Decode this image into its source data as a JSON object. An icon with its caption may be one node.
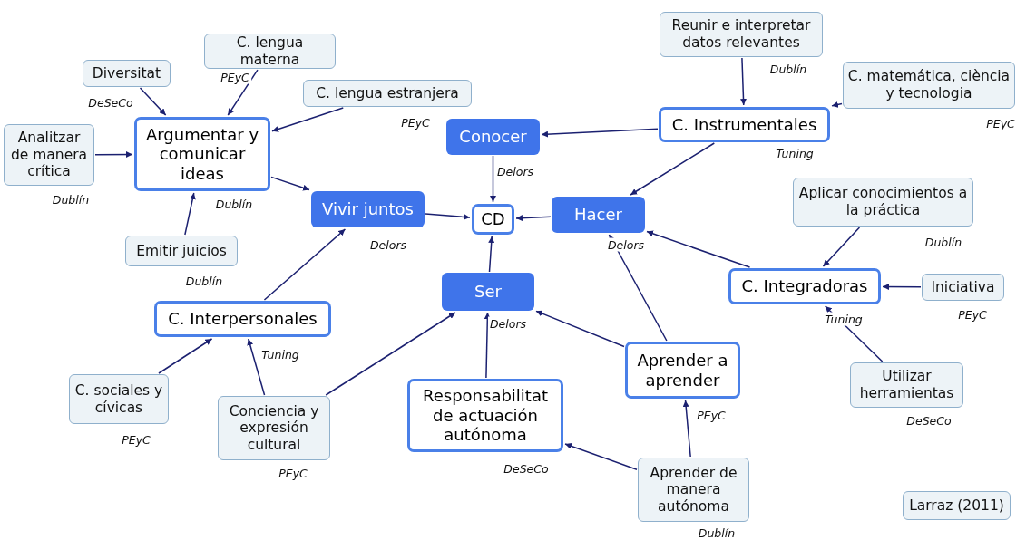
{
  "diagram": {
    "nodes": [
      {
        "text": [
          "C. lengua materna"
        ],
        "beside": [
          "PEyC"
        ]
      },
      {
        "text": [
          "Reunir e interpretar datos relevantes"
        ],
        "beside": [
          "Dublín"
        ]
      },
      {
        "text": [
          "Diversitat"
        ],
        "beside": [
          "DeSeCo"
        ]
      },
      {
        "text": [
          "C. lengua estranjera"
        ],
        "beside": [
          "PEyC"
        ]
      },
      {
        "text": [
          "C. matemática, ciència y tecnologia"
        ],
        "beside": [
          "PEyC"
        ]
      },
      {
        "text": [
          "Argumentar y comunicar ideas"
        ],
        "beside": [
          "Dublín"
        ]
      },
      {
        "text": [
          "Analitzar de manera crítica"
        ],
        "beside": [
          "Dublín"
        ]
      },
      {
        "text": [
          "Conocer"
        ],
        "beside": [
          "Delors"
        ]
      },
      {
        "text": [
          "C. Instrumentales"
        ],
        "beside": [
          "Tuning"
        ]
      },
      {
        "text": [
          "Vivir juntos"
        ],
        "beside": [
          "Delors"
        ]
      },
      {
        "text": [
          "CD"
        ]
      },
      {
        "text": [
          "Hacer"
        ],
        "beside": [
          "Delors"
        ]
      },
      {
        "text": [
          "Aplicar conocimientos a la práctica"
        ],
        "beside": [
          "Dublín"
        ]
      },
      {
        "text": [
          "Emitir juicios"
        ],
        "beside": [
          "Dublín"
        ]
      },
      {
        "text": [
          "Ser"
        ],
        "beside": [
          "Delors"
        ]
      },
      {
        "text": [
          "C. Integradoras"
        ],
        "beside": [
          "Tuning"
        ]
      },
      {
        "text": [
          "Iniciativa"
        ],
        "beside": [
          "PEyC"
        ]
      },
      {
        "text": [
          "C. Interpersonales"
        ],
        "beside": [
          "Tuning"
        ]
      },
      {
        "text": [
          "Aprender a aprender"
        ],
        "beside": [
          "PEyC"
        ]
      },
      {
        "text": [
          "Utilizar herramientas"
        ],
        "beside": [
          "DeSeCo"
        ]
      },
      {
        "text": [
          "C. sociales y cívicas"
        ],
        "beside": [
          "PEyC"
        ]
      },
      {
        "text": [
          "Conciencia y expresión cultural"
        ],
        "beside": [
          "PEyC"
        ]
      },
      {
        "text": [
          "Responsabilitat de actuación autónoma"
        ],
        "beside": [
          "DeSeCo"
        ]
      },
      {
        "text": [
          "Aprender de manera autónoma"
        ],
        "beside": [
          "Dublín"
        ]
      },
      {
        "text": [
          "Larraz (2011)"
        ]
      }
    ],
    "edges": [
      {
        "from": 0,
        "to": 5,
        "arrow": "to"
      },
      {
        "from": 2,
        "to": 5,
        "arrow": "to"
      },
      {
        "from": 3,
        "to": 5,
        "arrow": "to"
      },
      {
        "from": 6,
        "to": 5,
        "arrow": "to"
      },
      {
        "from": 13,
        "to": 5,
        "arrow": "to"
      },
      {
        "from": 5,
        "to": 9,
        "arrow": "to"
      },
      {
        "from": 1,
        "to": 8,
        "arrow": "to"
      },
      {
        "from": 4,
        "to": 8,
        "arrow": "to"
      },
      {
        "from": 8,
        "to": 7,
        "arrow": "to"
      },
      {
        "from": 8,
        "to": 11,
        "arrow": "to"
      },
      {
        "from": 7,
        "to": 10,
        "arrow": "to"
      },
      {
        "from": 9,
        "to": 10,
        "arrow": "to"
      },
      {
        "from": 11,
        "to": 10,
        "arrow": "to"
      },
      {
        "from": 14,
        "to": 10,
        "arrow": "to"
      },
      {
        "from": 12,
        "to": 15,
        "arrow": "to"
      },
      {
        "from": 16,
        "to": 15,
        "arrow": "to"
      },
      {
        "from": 19,
        "to": 15,
        "arrow": "to"
      },
      {
        "from": 15,
        "to": 11,
        "arrow": "to"
      },
      {
        "from": 17,
        "to": 9,
        "arrow": "to"
      },
      {
        "from": 20,
        "to": 17,
        "arrow": "to"
      },
      {
        "from": 21,
        "to": 17,
        "arrow": "to"
      },
      {
        "from": 21,
        "to": 14,
        "arrow": "to"
      },
      {
        "from": 22,
        "to": 14,
        "arrow": "to"
      },
      {
        "from": 18,
        "to": 14,
        "arrow": "to"
      },
      {
        "from": 18,
        "to": 11,
        "arrow": "to"
      },
      {
        "from": 23,
        "to": 18,
        "arrow": "to"
      },
      {
        "from": 23,
        "to": 22,
        "arrow": "to"
      }
    ]
  }
}
